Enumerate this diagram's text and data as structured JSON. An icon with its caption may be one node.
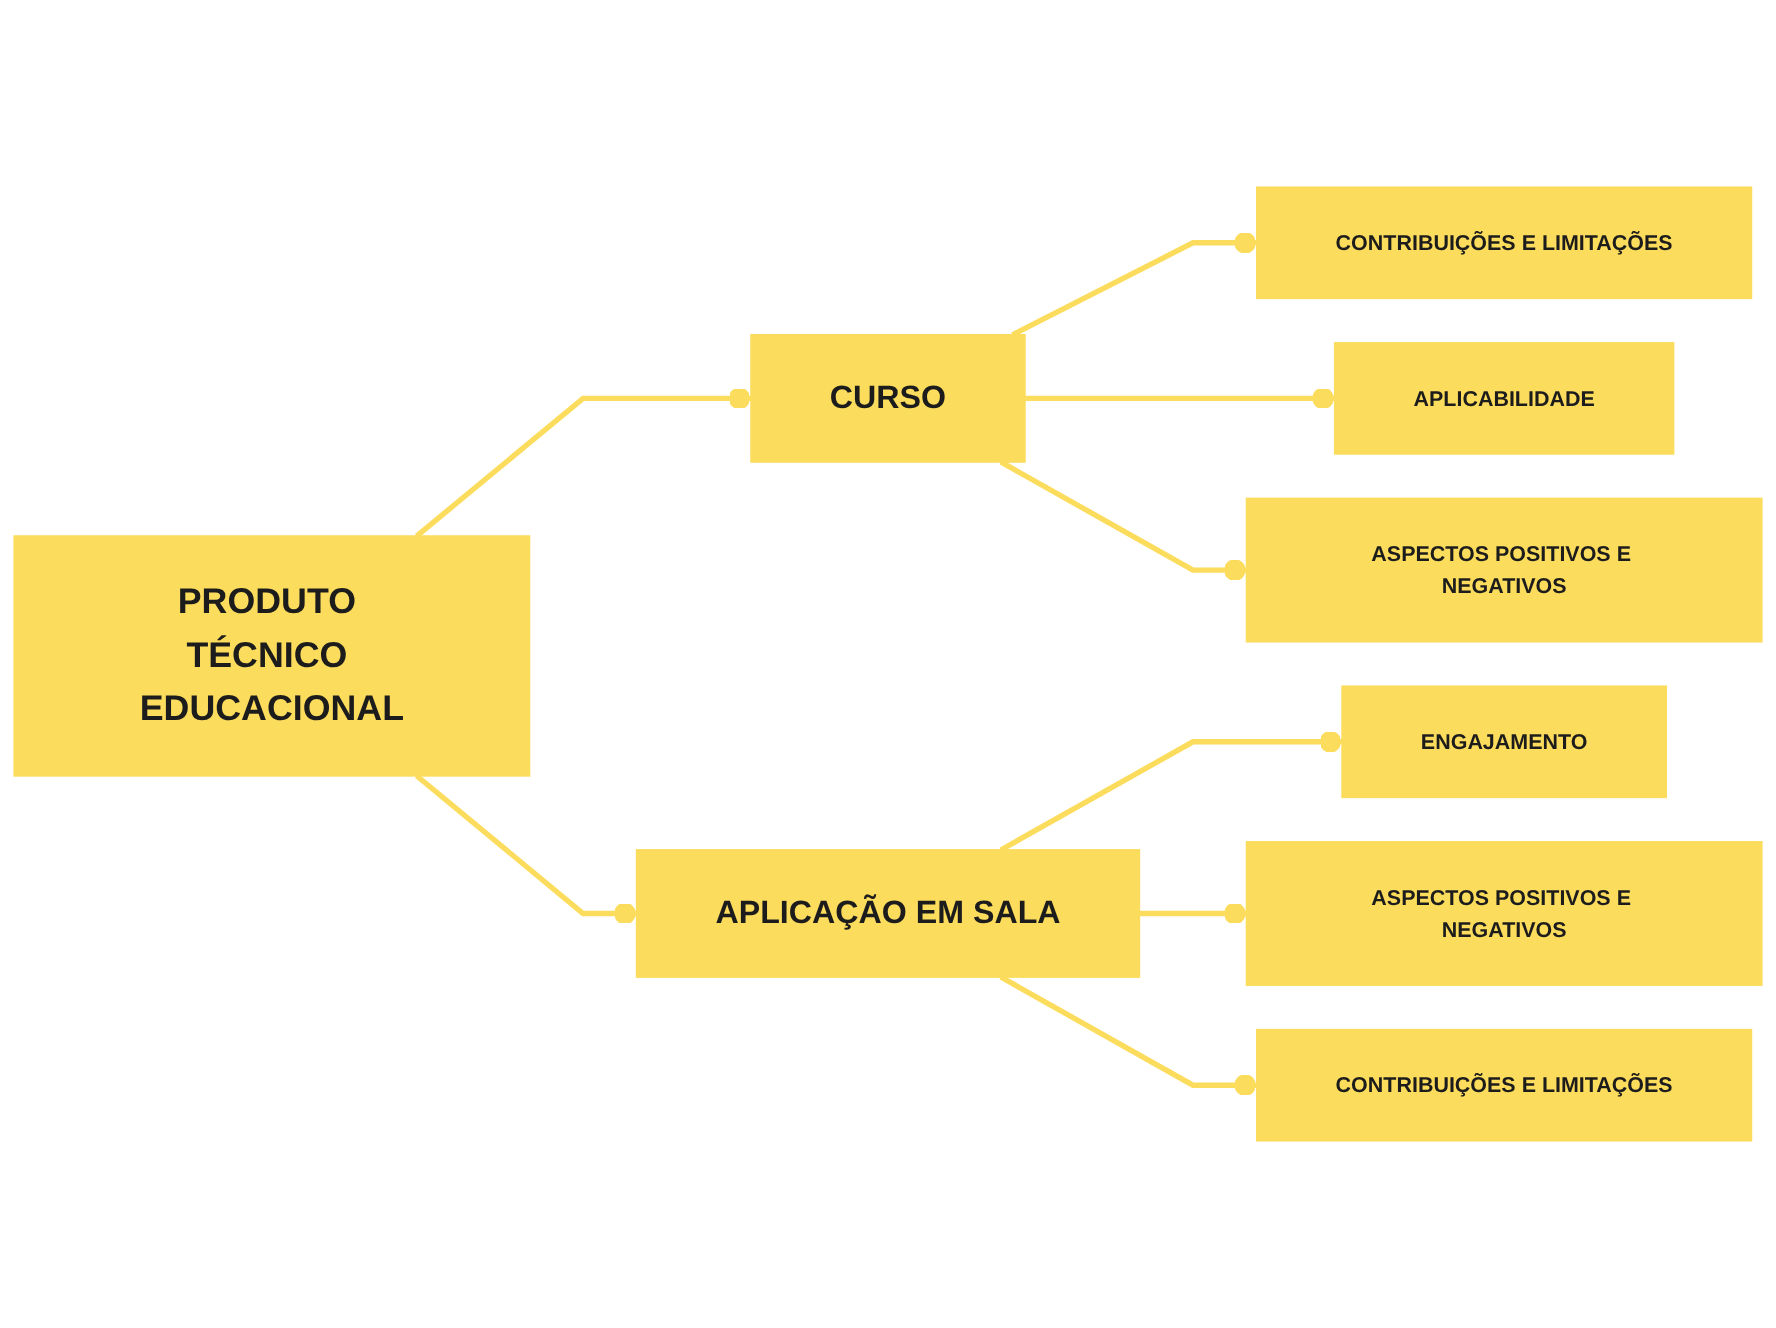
{
  "diagram": {
    "nodes": [
      {
        "text": [
          "PRODUTO TÉCNICO EDUCACIONAL"
        ]
      },
      {
        "text": [
          "CURSO"
        ]
      },
      {
        "text": [
          "CONTRIBUIÇÕES E LIMITAÇÕES"
        ]
      },
      {
        "text": [
          "APLICABILIDADE"
        ]
      },
      {
        "text": [
          "ASPECTOS POSITIVOS E NEGATIVOS"
        ]
      },
      {
        "text": [
          "APLICAÇÃO EM SALA"
        ]
      },
      {
        "text": [
          "ENGAJAMENTO"
        ]
      },
      {
        "text": [
          "ASPECTOS POSITIVOS E NEGATIVOS"
        ]
      },
      {
        "text": [
          "CONTRIBUIÇÕES E LIMITAÇÕES"
        ]
      }
    ],
    "edges": [
      {
        "from": 0,
        "to": 1,
        "arrow": "other"
      },
      {
        "from": 0,
        "to": 5,
        "arrow": "other"
      },
      {
        "from": 1,
        "to": 2,
        "arrow": "other"
      },
      {
        "from": 1,
        "to": 3,
        "arrow": "other"
      },
      {
        "from": 1,
        "to": 4,
        "arrow": "other"
      },
      {
        "from": 5,
        "to": 6,
        "arrow": "other"
      },
      {
        "from": 5,
        "to": 7,
        "arrow": "other"
      },
      {
        "from": 5,
        "to": 8,
        "arrow": "other"
      }
    ]
  }
}
